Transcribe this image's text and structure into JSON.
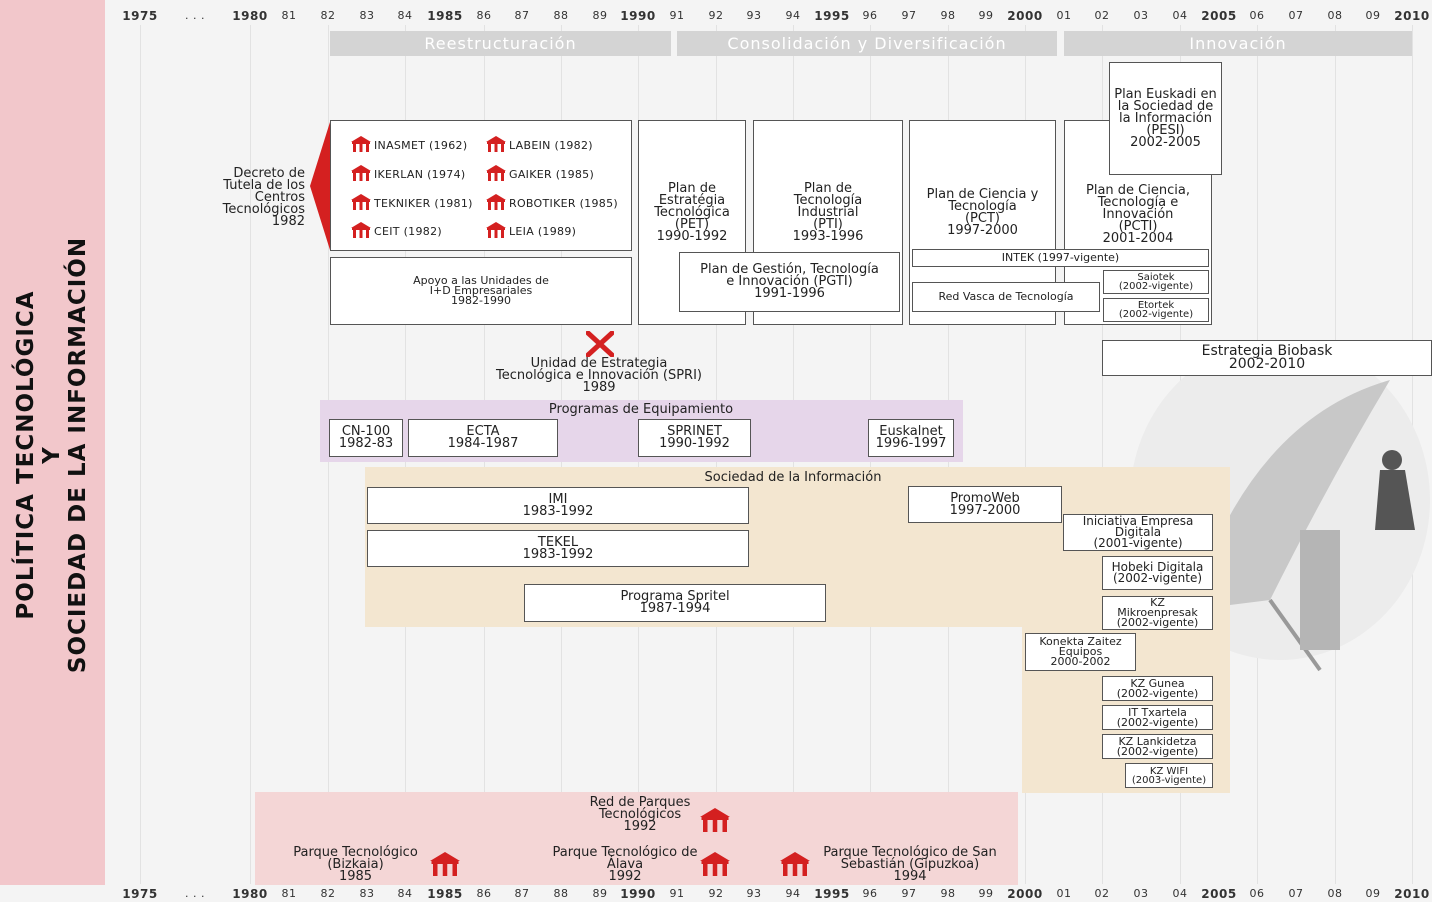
{
  "side_title": {
    "line1": "POLÍTICA TECNOLÓGICA",
    "line2": "Y",
    "line3": "SOCIEDAD DE LA INFORMACIÓN"
  },
  "timeline": {
    "ticks": [
      {
        "label": "1975",
        "big": true
      },
      {
        "label": ". . .",
        "big": false
      },
      {
        "label": "1980",
        "big": true
      },
      {
        "label": "81"
      },
      {
        "label": "82"
      },
      {
        "label": "83"
      },
      {
        "label": "84"
      },
      {
        "label": "1985",
        "big": true
      },
      {
        "label": "86"
      },
      {
        "label": "87"
      },
      {
        "label": "88"
      },
      {
        "label": "89"
      },
      {
        "label": "1990",
        "big": true
      },
      {
        "label": "91"
      },
      {
        "label": "92"
      },
      {
        "label": "93"
      },
      {
        "label": "94"
      },
      {
        "label": "1995",
        "big": true
      },
      {
        "label": "96"
      },
      {
        "label": "97"
      },
      {
        "label": "98"
      },
      {
        "label": "99"
      },
      {
        "label": "2000",
        "big": true
      },
      {
        "label": "01"
      },
      {
        "label": "02"
      },
      {
        "label": "03"
      },
      {
        "label": "04"
      },
      {
        "label": "2005",
        "big": true
      },
      {
        "label": "06"
      },
      {
        "label": "07"
      },
      {
        "label": "08"
      },
      {
        "label": "09"
      },
      {
        "label": "2010",
        "big": true
      }
    ]
  },
  "phases": {
    "reestructuracion": "Reestructuración",
    "consolidacion": "Consolidación y Diversificación",
    "innovacion": "Innovación"
  },
  "decreto": "Decreto de\nTutela de los\nCentros\nTecnológicos\n1982",
  "centros": {
    "inasmet": "INASMET (1962)",
    "labein": "LABEIN (1982)",
    "ikerlan": "IKERLAN (1974)",
    "gaiker": "GAIKER (1985)",
    "tekniker": "TEKNIKER (1981)",
    "robotiker": "ROBOTIKER (1985)",
    "ceit": "CEIT (1982)",
    "leia": "LEIA (1989)"
  },
  "apoyo": "Apoyo a las Unidades de\nI+D Empresariales\n1982-1990",
  "pet": "Plan de\nEstratégia\nTecnológica\n(PET)\n1990-1992",
  "pti": "Plan de\nTecnología\nIndustrial\n(PTI)\n1993-1996",
  "pgti": "Plan de Gestión, Tecnología\ne Innovación (PGTI)\n1991-1996",
  "pct": "Plan de Ciencia y\nTecnología\n(PCT)\n1997-2000",
  "pcti": "Plan de Ciencia,\nTecnología e\nInnovación\n(PCTI)\n2001-2004",
  "pesi": "Plan Euskadi en\nla Sociedad de\nla Información\n(PESI)\n2002-2005",
  "intek": "INTEK (1997-vigente)",
  "saiotek": "Saiotek\n(2002-vigente)",
  "etortek": "Etortek\n(2002-vigente)",
  "red_vasca": "Red Vasca de Tecnología",
  "biobask": "Estrategia Biobask\n2002-2010",
  "spri": "Unidad de Estrategia\nTecnológica e Innovación (SPRI)\n1989",
  "equipamiento": {
    "title": "Programas de Equipamiento",
    "cn100": "CN-100\n1982-83",
    "ecta": "ECTA\n1984-1987",
    "sprinet": "SPRINET\n1990-1992",
    "euskalnet": "Euskalnet\n1996-1997"
  },
  "sociedad": {
    "title": "Sociedad de la Información",
    "imi": "IMI\n1983-1992",
    "tekel": "TEKEL\n1983-1992",
    "spritel": "Programa Spritel\n1987-1994",
    "promoweb": "PromoWeb\n1997-2000",
    "iniciativa": "Iniciativa Empresa\nDigitala\n(2001-vigente)",
    "hobeki": "Hobeki Digitala\n(2002-vigente)",
    "kz_mikro": "KZ\nMikroenpresak\n(2002-vigente)",
    "konekta": "Konekta Zaitez\nEquipos\n2000-2002",
    "kz_gunea": "KZ Gunea\n(2002-vigente)",
    "it_txartela": "IT Txartela\n(2002-vigente)",
    "kz_lank": "KZ Lankidetza\n(2002-vigente)",
    "kz_wifi": "KZ WIFI\n(2003-vigente)"
  },
  "parques": {
    "red": "Red de Parques\nTecnológicos\n1992",
    "bizkaia": "Parque Tecnológico\n(Bizkaia)\n1985",
    "alava": "Parque Tecnológico de\nÁlava\n1992",
    "gipuzkoa": "Parque Tecnológico de San\nSebastián (Gipuzkoa)\n1994"
  },
  "colors": {
    "accent_red": "#d42020",
    "side_pink": "#f2c7cb",
    "equip_purple": "#e6d6ea",
    "sociedad_beige": "#f3e6d0",
    "parques_pink": "#f4d6d6"
  }
}
